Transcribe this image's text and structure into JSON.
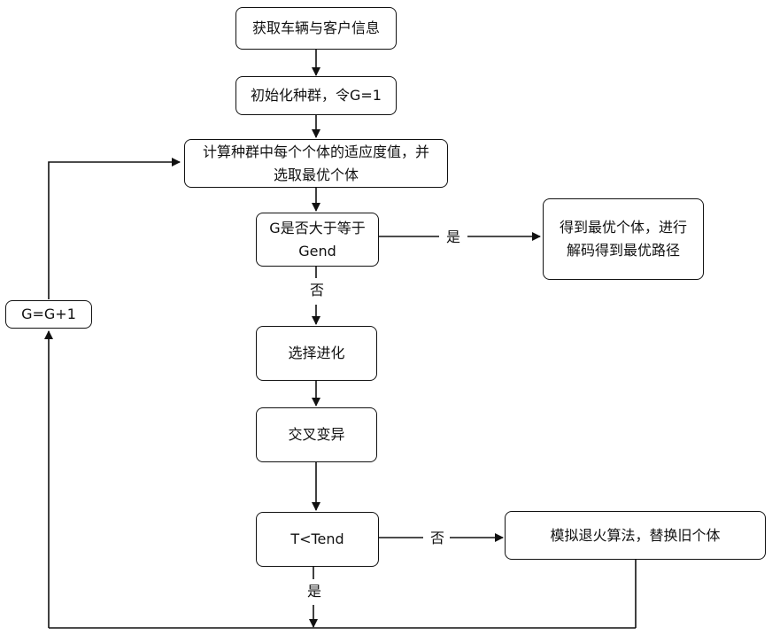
{
  "nodes": {
    "get_info": "获取车辆与客户信息",
    "init_pop": "初始化种群，令G=1",
    "fitness": "计算种群中每个个体的适应度值，并\n选取最优个体",
    "check_gen": "G是否大于等于\nGend",
    "best_result": "得到最优个体，进行\n解码得到最优路径",
    "selection": "选择进化",
    "crossover": "交叉变异",
    "check_temp": "T<Tend",
    "annealing": "模拟退火算法，替换旧个体",
    "increment": "G=G+1"
  },
  "edge_labels": {
    "gen_yes": "是",
    "gen_no": "否",
    "temp_no": "否",
    "temp_yes": "是"
  }
}
